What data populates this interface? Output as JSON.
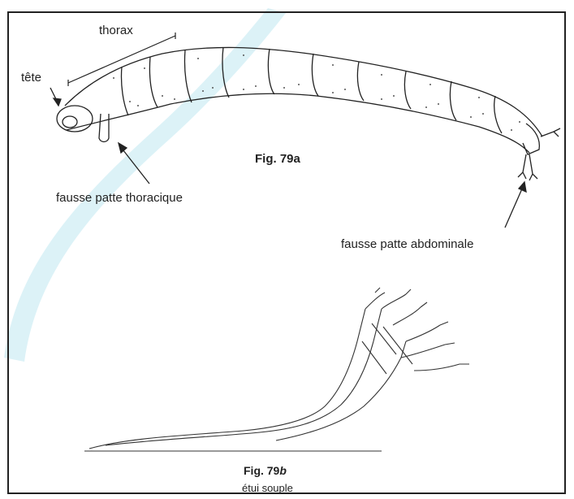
{
  "labels": {
    "thorax": "thorax",
    "tete": "tête",
    "fig_a": "Fig. 79a",
    "fausse_patte_thoracique": "fausse patte thoracique",
    "fausse_patte_abdominale": "fausse patte abdominale",
    "fig_b_prefix": "Fig. 79",
    "fig_b_suffix": "b",
    "fig_b_caption": "étui souple"
  },
  "colors": {
    "line": "#222222",
    "stipple": "#555555",
    "watermark": "#bfe8f0"
  }
}
